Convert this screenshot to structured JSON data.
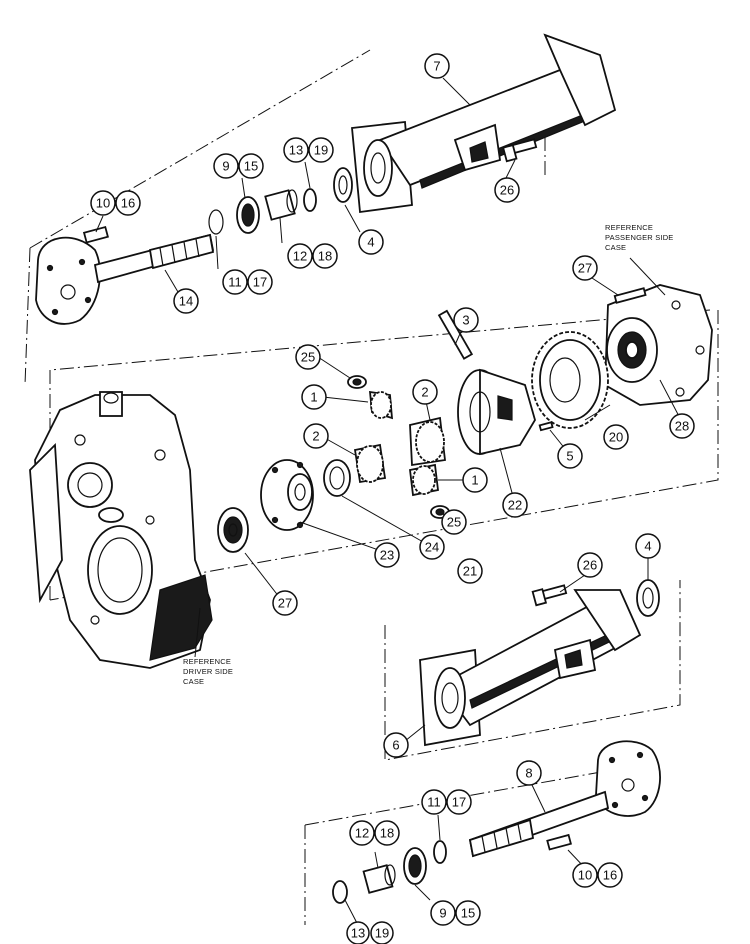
{
  "notes": {
    "passenger": [
      "REFERENCE",
      "PASSENGER SIDE",
      "CASE"
    ],
    "driver": [
      "REFERENCE",
      "DRIVER SIDE",
      "CASE"
    ]
  },
  "callouts": {
    "c1a": "1",
    "c1b": "1",
    "c2a": "2",
    "c2b": "2",
    "c3": "3",
    "c4a": "4",
    "c4b": "4",
    "c5": "5",
    "c6": "6",
    "c7": "7",
    "c8": "8",
    "c9a": "9",
    "c15a": "15",
    "c9b": "9",
    "c15b": "15",
    "c10a": "10",
    "c16a": "16",
    "c10b": "10",
    "c16b": "16",
    "c11a": "11",
    "c17a": "17",
    "c11b": "11",
    "c17b": "17",
    "c12a": "12",
    "c18a": "18",
    "c12b": "12",
    "c18b": "18",
    "c13a": "13",
    "c19a": "19",
    "c13b": "13",
    "c19b": "19",
    "c14": "14",
    "c20": "20",
    "c21": "21",
    "c22": "22",
    "c23": "23",
    "c24": "24",
    "c25a": "25",
    "c25b": "25",
    "c26a": "26",
    "c26b": "26",
    "c27a": "27",
    "c27b": "27",
    "c28": "28"
  }
}
